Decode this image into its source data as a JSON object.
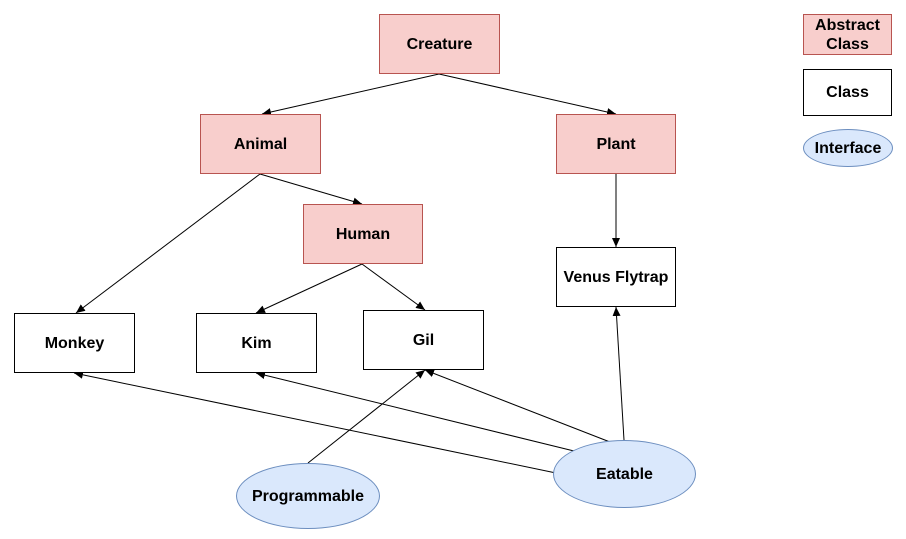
{
  "nodes": {
    "creature": "Creature",
    "animal": "Animal",
    "plant": "Plant",
    "human": "Human",
    "venus_flytrap": "Venus Flytrap",
    "monkey": "Monkey",
    "kim": "Kim",
    "gil": "Gil",
    "eatable": "Eatable",
    "programmable": "Programmable"
  },
  "legend": {
    "abstract_class": "Abstract\nClass",
    "class": "Class",
    "interface": "Interface"
  },
  "colors": {
    "abstract_fill": "#f8cecc",
    "abstract_stroke": "#b85450",
    "class_fill": "#ffffff",
    "class_stroke": "#000000",
    "interface_fill": "#dae8fc",
    "interface_stroke": "#6c8ebf",
    "edge": "#000000"
  },
  "edges": [
    {
      "from": "creature",
      "to": "animal"
    },
    {
      "from": "creature",
      "to": "plant"
    },
    {
      "from": "animal",
      "to": "human"
    },
    {
      "from": "animal",
      "to": "monkey"
    },
    {
      "from": "human",
      "to": "kim"
    },
    {
      "from": "human",
      "to": "gil"
    },
    {
      "from": "plant",
      "to": "venus_flytrap"
    },
    {
      "from": "eatable",
      "to": "monkey"
    },
    {
      "from": "eatable",
      "to": "kim"
    },
    {
      "from": "eatable",
      "to": "gil"
    },
    {
      "from": "eatable",
      "to": "venus_flytrap"
    },
    {
      "from": "programmable",
      "to": "gil"
    }
  ]
}
